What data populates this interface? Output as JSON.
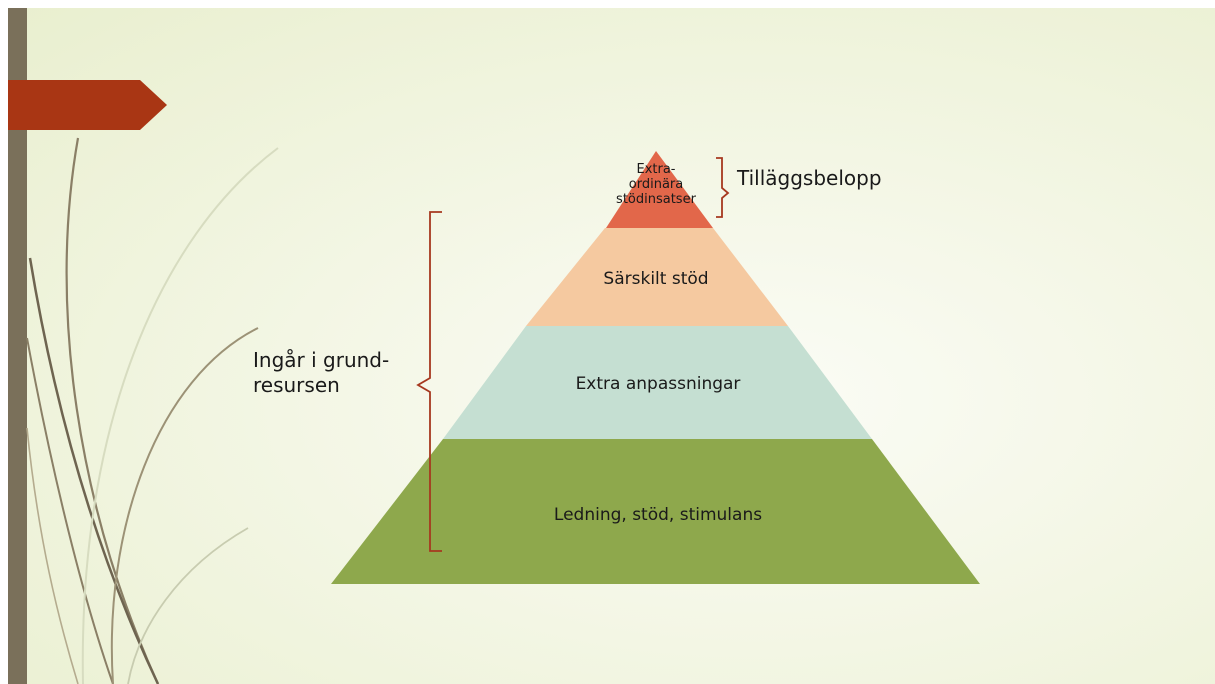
{
  "pyramid": {
    "tiers": [
      {
        "label_lines": [
          "Extra-",
          "ordinära",
          "stödinsatser"
        ],
        "color": "#e2674a"
      },
      {
        "label": "Särskilt stöd",
        "color": "#f5c9a0"
      },
      {
        "label": "Extra anpassningar",
        "color": "#c5dfd2"
      },
      {
        "label": "Ledning, stöd, stimulans",
        "color": "#8ea84c"
      }
    ]
  },
  "annotations": {
    "top_bracket_label": "Tilläggsbelopp",
    "left_bracket_label_lines": [
      "Ingår i grund-",
      "resursen"
    ],
    "bracket_color": "#a6381f"
  },
  "decor": {
    "arrow_color": "#a93614",
    "sidebar_color": "#7a705a"
  }
}
